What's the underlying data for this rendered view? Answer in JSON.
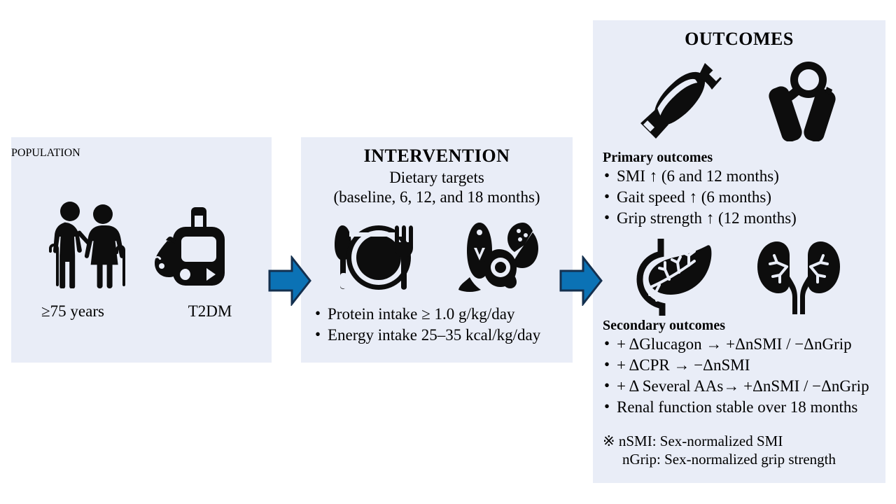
{
  "colors": {
    "panel_bg": "#e9edf7",
    "arrow_fill": "#0b72b5",
    "arrow_stroke": "#14304f",
    "icon": "#0d0d0d",
    "text": "#000000",
    "page_bg": "#ffffff"
  },
  "population": {
    "title": "POPULATION",
    "icons": [
      "elderly-couple-icon",
      "glucose-meter-icon"
    ],
    "captions": [
      "≥75 years",
      "T2DM"
    ]
  },
  "intervention": {
    "title": "INTERVENTION",
    "subtitle_line1": "Dietary targets",
    "subtitle_line2": "(baseline, 6, 12, and 18 months)",
    "icons": [
      "plate-cutlery-icon",
      "protein-foods-icon"
    ],
    "bullets": [
      "Protein intake ≥ 1.0 g/kg/day",
      "Energy intake 25–35 kcal/kg/day"
    ]
  },
  "outcomes": {
    "title": "OUTCOMES",
    "primary_icons": [
      "muscle-fiber-icon",
      "hand-grip-icon"
    ],
    "primary_heading": "Primary outcomes",
    "primary_bullets": [
      "SMI ↑ (6 and 12 months)",
      "Gait speed ↑ (6 months)",
      "Grip strength ↑ (12 months)"
    ],
    "secondary_icons": [
      "pancreas-icon",
      "kidneys-icon"
    ],
    "secondary_heading": "Secondary outcomes",
    "secondary_bullets": [
      "+ ΔGlucagon → +ΔnSMI / −ΔnGrip",
      "+ ΔCPR → −ΔnSMI",
      "+ Δ Several AAs→ +ΔnSMI / −ΔnGrip",
      "Renal function stable over 18 months"
    ],
    "footnote_line1": "※ nSMI: Sex-normalized SMI",
    "footnote_line2": "nGrip: Sex-normalized grip strength"
  },
  "arrows": [
    {
      "name": "arrow-population-to-intervention"
    },
    {
      "name": "arrow-intervention-to-outcomes"
    }
  ]
}
